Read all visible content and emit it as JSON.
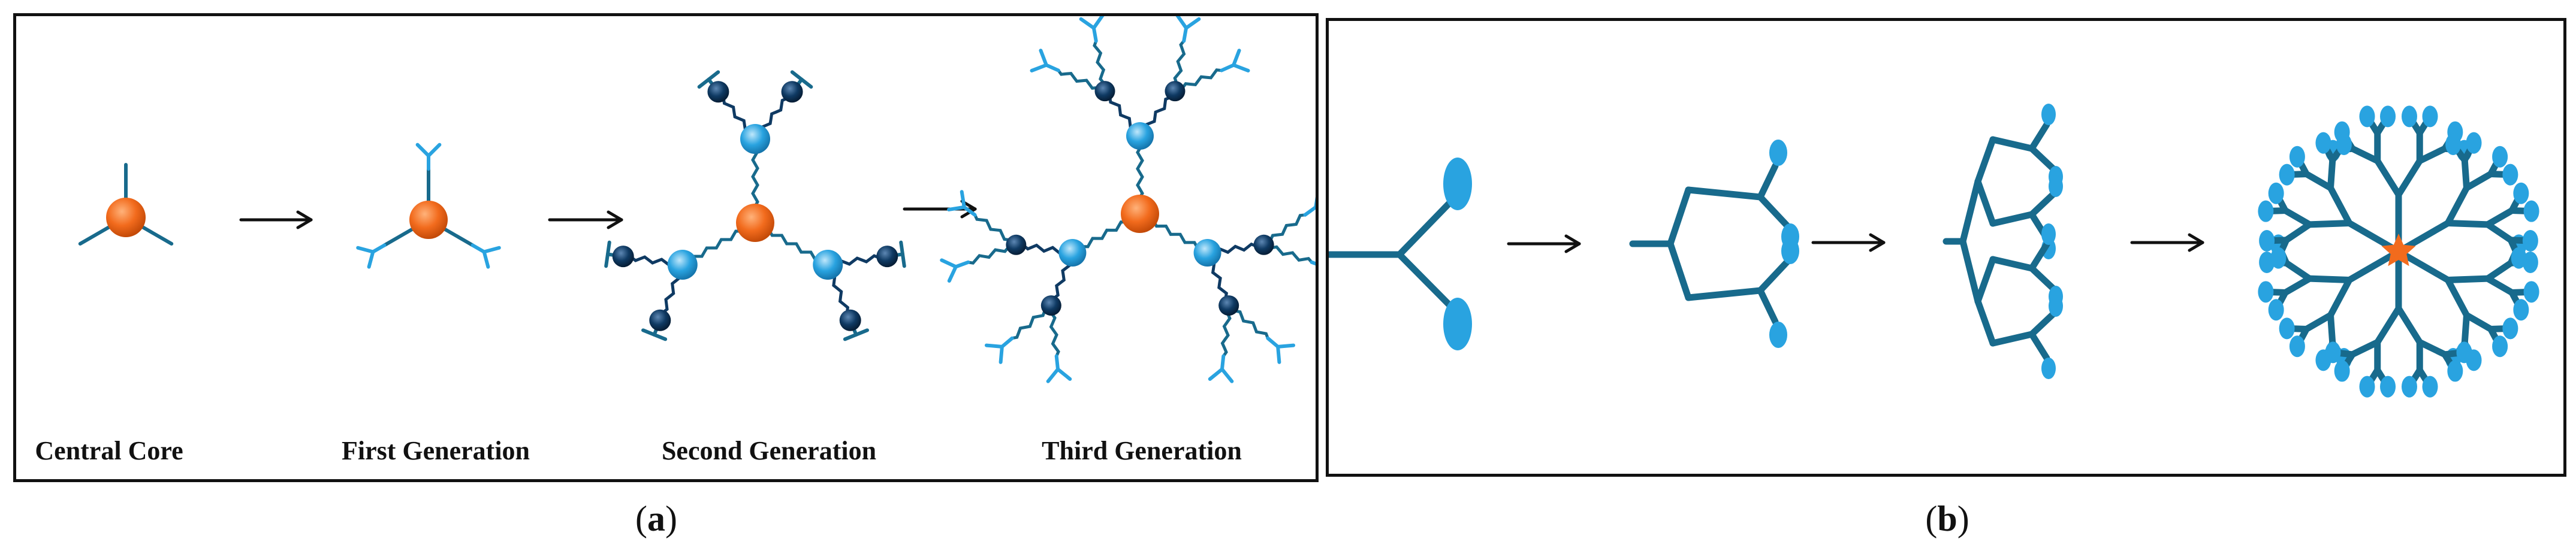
{
  "panel_a": {
    "caption_letter": "a",
    "stages": [
      {
        "label": "Central Core"
      },
      {
        "label": "First Generation"
      },
      {
        "label": "Second Generation"
      },
      {
        "label": "Third Generation"
      }
    ]
  },
  "panel_b": {
    "caption_letter": "b"
  },
  "colors": {
    "core": "#f26b1d",
    "light_blue": "#29a3e0",
    "dark_navy": "#0f3a63",
    "teal_stroke": "#186a8c",
    "arrow": "#111111"
  }
}
